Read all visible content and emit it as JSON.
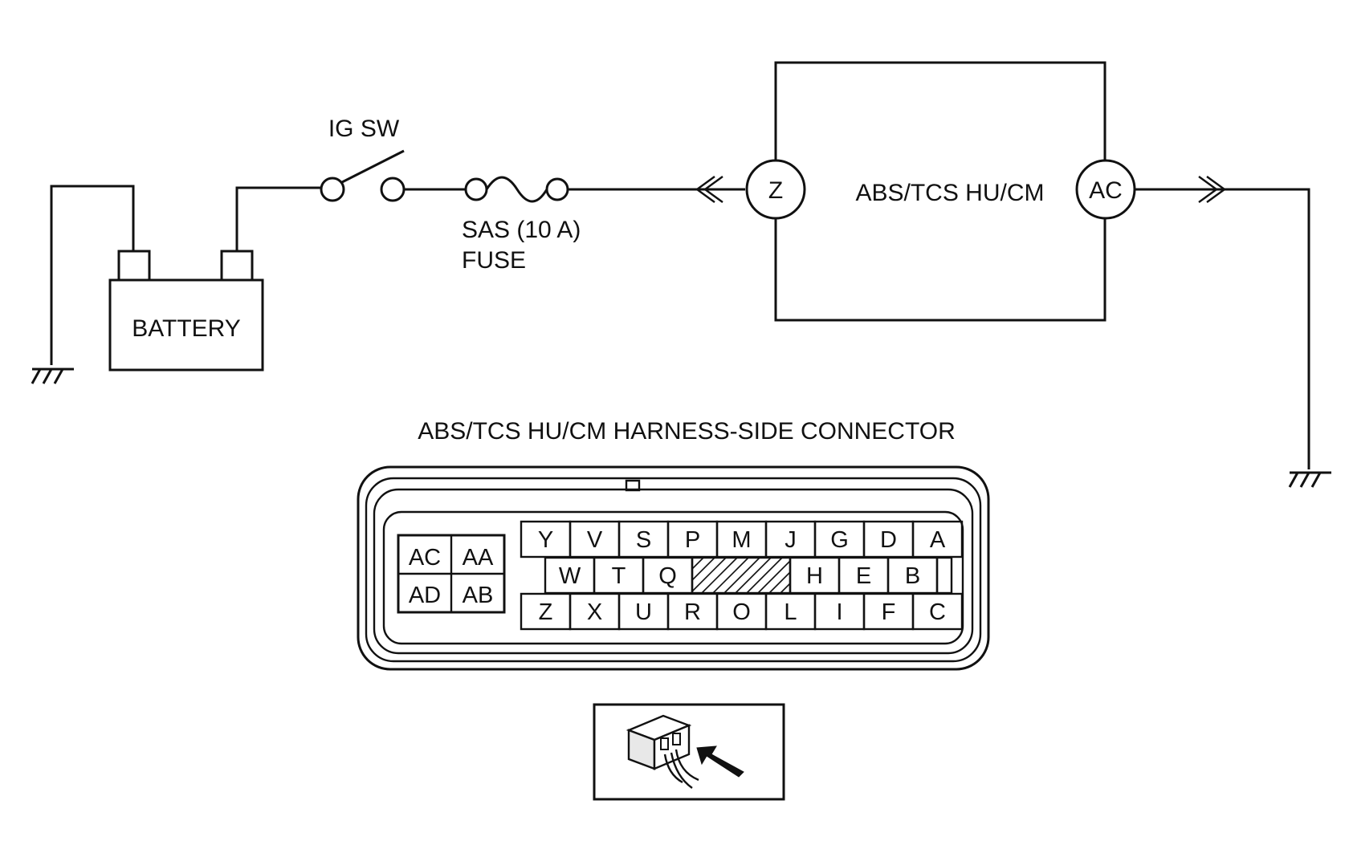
{
  "labels": {
    "ig_switch": "IG SW",
    "fuse_line1": "SAS (10 A)",
    "fuse_line2": "FUSE",
    "battery": "BATTERY",
    "module": "ABS/TCS HU/CM",
    "terminal_left": "Z",
    "terminal_right": "AC",
    "connector_title": "ABS/TCS HU/CM HARNESS-SIDE CONNECTOR"
  },
  "connector": {
    "left_block": [
      [
        "AC",
        "AA"
      ],
      [
        "AD",
        "AB"
      ]
    ],
    "row_top": [
      "Y",
      "V",
      "S",
      "P",
      "M",
      "J",
      "G",
      "D",
      "A"
    ],
    "row_middle": [
      "W",
      "T",
      "Q",
      "",
      "",
      "H",
      "E",
      "B"
    ],
    "row_bottom": [
      "Z",
      "X",
      "U",
      "R",
      "O",
      "L",
      "I",
      "F",
      "C"
    ]
  },
  "icons": {
    "ground_left": "ground-symbol-icon",
    "ground_right": "ground-symbol-icon",
    "connector_view": "connector-view-arrow-icon"
  }
}
